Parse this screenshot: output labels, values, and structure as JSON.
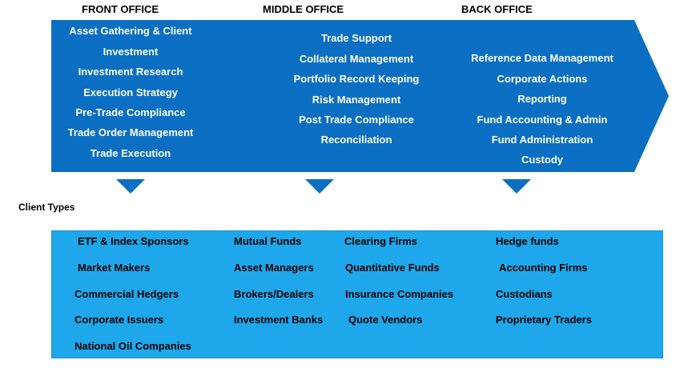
{
  "columns": [
    {
      "header": "FRONT OFFICE",
      "items": [
        "Asset Gathering & Client",
        "Investment",
        "Investment Research",
        "Execution Strategy",
        "Pre-Trade Compliance",
        "Trade Order Management",
        "Trade Execution"
      ]
    },
    {
      "header": "MIDDLE OFFICE",
      "items": [
        "Trade Support",
        "Collateral Management",
        "Portfolio Record Keeping",
        "Risk Management",
        "Post Trade Compliance",
        "Reconciliation"
      ]
    },
    {
      "header": "BACK OFFICE",
      "items": [
        "Reference Data Management",
        "Corporate Actions",
        "Reporting",
        "Fund Accounting & Admin",
        "Fund Administration",
        "Custody"
      ]
    }
  ],
  "client_types": {
    "title": "Client Types",
    "columns": [
      [
        "ETF & Index Sponsors",
        "Market Makers",
        "Commercial Hedgers",
        "Corporate Issuers",
        "National Oil Companies"
      ],
      [
        "Mutual Funds",
        "Asset Managers",
        "Brokers/Dealers",
        "Investment Banks"
      ],
      [
        "Clearing Firms",
        "Quantitative Funds",
        "Insurance Companies",
        "Quote Vendors"
      ],
      [
        "Hedge funds",
        "Accounting Firms",
        "Custodians",
        "Proprietary Traders"
      ]
    ]
  },
  "colors": {
    "chevron": "#0a6fc2",
    "client_box": "#1ea7ea"
  }
}
